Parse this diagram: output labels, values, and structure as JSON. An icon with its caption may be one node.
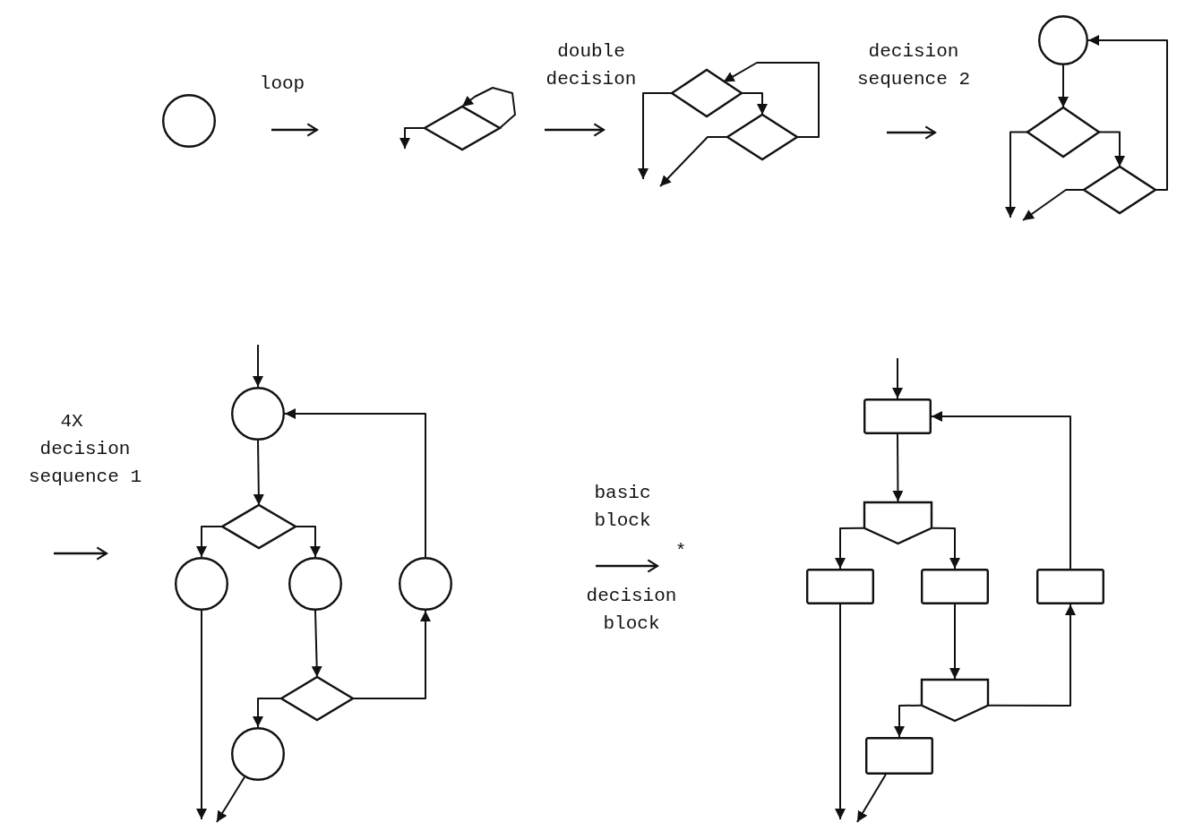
{
  "diagram": {
    "nodes": [
      {
        "text": [],
        "shape": "circle"
      },
      {
        "text": [],
        "shape": "diamond"
      },
      {
        "text": [],
        "shape": "diamond"
      },
      {
        "text": [],
        "shape": "diamond"
      },
      {
        "text": [],
        "shape": "circle"
      },
      {
        "text": [],
        "shape": "diamond"
      },
      {
        "text": [],
        "shape": "diamond"
      },
      {
        "text": [],
        "shape": "circle"
      },
      {
        "text": [],
        "shape": "diamond"
      },
      {
        "text": [],
        "shape": "circle"
      },
      {
        "text": [],
        "shape": "circle"
      },
      {
        "text": [],
        "shape": "circle"
      },
      {
        "text": [],
        "shape": "diamond"
      },
      {
        "text": [],
        "shape": "circle"
      },
      {
        "text": [],
        "shape": "box"
      },
      {
        "text": [],
        "shape": "pentagon"
      },
      {
        "text": [],
        "shape": "box"
      },
      {
        "text": [],
        "shape": "box"
      },
      {
        "text": [],
        "shape": "box"
      },
      {
        "text": [],
        "shape": "pentagon"
      },
      {
        "text": [],
        "shape": "box"
      }
    ],
    "edges": [
      {
        "from": 1,
        "to": 1,
        "arrow": "to"
      },
      {
        "from": 1,
        "to": null,
        "arrow": "to"
      },
      {
        "from": 2,
        "to": 3,
        "arrow": "to"
      },
      {
        "from": 3,
        "to": 2,
        "arrow": "to"
      },
      {
        "from": 2,
        "to": null,
        "arrow": "to"
      },
      {
        "from": 3,
        "to": null,
        "arrow": "to"
      },
      {
        "from": 4,
        "to": 5,
        "arrow": "to"
      },
      {
        "from": 5,
        "to": 6,
        "arrow": "to"
      },
      {
        "from": 6,
        "to": 4,
        "arrow": "to"
      },
      {
        "from": 5,
        "to": null,
        "arrow": "to"
      },
      {
        "from": 6,
        "to": null,
        "arrow": "to"
      },
      {
        "from": null,
        "to": 7,
        "arrow": "to"
      },
      {
        "from": 7,
        "to": 8,
        "arrow": "to"
      },
      {
        "from": 8,
        "to": 9,
        "arrow": "to"
      },
      {
        "from": 8,
        "to": 10,
        "arrow": "to"
      },
      {
        "from": 10,
        "to": 12,
        "arrow": "to"
      },
      {
        "from": 12,
        "to": 11,
        "arrow": "to"
      },
      {
        "from": 11,
        "to": 7,
        "arrow": "to"
      },
      {
        "from": 12,
        "to": 13,
        "arrow": "to"
      },
      {
        "from": 9,
        "to": null,
        "arrow": "to"
      },
      {
        "from": 13,
        "to": null,
        "arrow": "to"
      },
      {
        "from": null,
        "to": 14,
        "arrow": "to"
      },
      {
        "from": 14,
        "to": 15,
        "arrow": "to"
      },
      {
        "from": 15,
        "to": 16,
        "arrow": "to"
      },
      {
        "from": 15,
        "to": 17,
        "arrow": "to"
      },
      {
        "from": 17,
        "to": 19,
        "arrow": "to"
      },
      {
        "from": 19,
        "to": 18,
        "arrow": "to"
      },
      {
        "from": 18,
        "to": 14,
        "arrow": "to"
      },
      {
        "from": 19,
        "to": 20,
        "arrow": "to"
      },
      {
        "from": 16,
        "to": null,
        "arrow": "to"
      },
      {
        "from": 20,
        "to": null,
        "arrow": "to"
      }
    ],
    "labels": [
      "loop",
      "double decision",
      "decision sequence 2",
      "4X",
      "decision sequence 1",
      "basic block",
      "*",
      "decision block"
    ]
  }
}
